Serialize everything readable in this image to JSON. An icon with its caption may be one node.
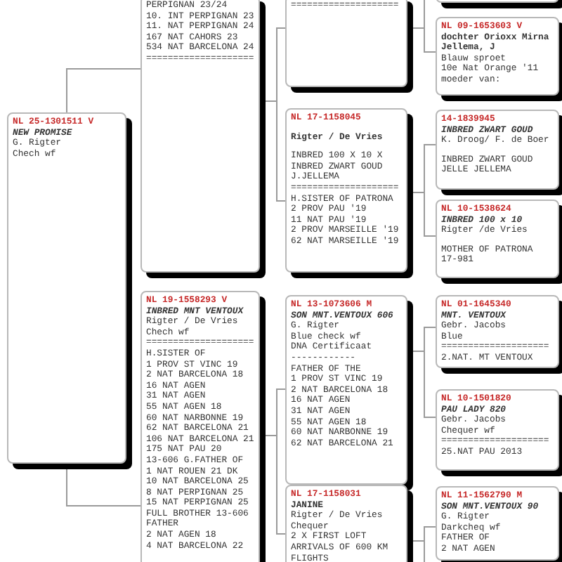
{
  "diagram": {
    "nodes": [
      {
        "text": [
          "NL 25-1301511 V",
          "NEW PROMISE",
          "G. Rigter",
          "Chech wf"
        ]
      },
      {
        "text": [
          "PERPIGNAN 23/24",
          "10. INT PERPIGNAN 23",
          "11. NAT PERPIGNAN 24",
          "167 NAT CAHORS 23",
          "534 NAT BARCELONA 24",
          "===================="
        ]
      },
      {
        "text": [
          "NL 19-1558293 V",
          "INBRED MNT VENTOUX",
          "Rigter / De Vries",
          "Chech wf",
          "====================",
          "H.SISTER OF",
          "1 PROV ST VINC 19",
          "2 NAT BARCELONA 18",
          "16 NAT AGEN",
          "31 NAT AGEN",
          "55 NAT AGEN 18",
          "60 NAT NARBONNE 19",
          "62 NAT BARCELONA 21",
          "106 NAT BARCELONA 21",
          "175 NAT PAU 20",
          "13-606 G.FATHER OF",
          "1 NAT ROUEN 21 DK",
          "10 NAT BARCELONA 25",
          "8 NAT PERPIGNAN 25",
          "15 NAT PERPIGNAN 25",
          "FULL BROTHER 13-606",
          "FATHER",
          "2 NAT AGEN 18",
          "4 NAT BARCELONA 22"
        ]
      },
      {
        "text": [
          "===================="
        ]
      },
      {
        "text": [
          "NL 17-1158045",
          "Rigter / De Vries",
          "INBRED 100 X 10 X",
          "INBRED ZWART GOUD",
          "J.JELLEMA",
          "====================",
          "H.SISTER OF PATRONA",
          "2 PROV PAU '19",
          "11 NAT PAU '19",
          "2 PROV MARSEILLE '19",
          "62 NAT MARSEILLE '19"
        ]
      },
      {
        "text": [
          "NL 13-1073606 M",
          "SON MNT.VENTOUX 606",
          "G. Rigter",
          "Blue check wf",
          "DNA Certificaat",
          "------------",
          "FATHER OF THE",
          "1 PROV ST VINC 19",
          "2 NAT BARCELONA 18",
          "16 NAT AGEN",
          "31 NAT AGEN",
          "55 NAT AGEN 18",
          "60 NAT NARBONNE 19",
          "62 NAT BARCELONA 21"
        ]
      },
      {
        "text": [
          "NL 17-1158031",
          "JANINE",
          "Rigter / De Vries",
          "Chequer",
          "2 X FIRST LOFT",
          "ARRIVALS OF 600 KM",
          "FLIGHTS"
        ]
      },
      {
        "text": [],
        "shape": "box"
      },
      {
        "text": [
          "NL 09-1653603 V",
          "dochter Orioxx Mirna Jellema, J",
          "Blauw sproet",
          "10e Nat Orange '11",
          "moeder van:"
        ]
      },
      {
        "text": [
          "14-1839945",
          "INBRED ZWART GOUD",
          "K. Droog/ F. de Boer",
          "INBRED ZWART GOUD",
          "JELLE JELLEMA"
        ]
      },
      {
        "text": [
          "NL 10-1538624",
          "INBRED 100 x 10",
          "Rigter /de Vries",
          "MOTHER OF PATRONA",
          "17-981"
        ]
      },
      {
        "text": [
          "NL 01-1645340",
          "MNT. VENTOUX",
          "Gebr. Jacobs",
          "Blue",
          "====================",
          "2.NAT. MT VENTOUX"
        ]
      },
      {
        "text": [
          "NL 10-1501820",
          "PAU LADY 820",
          "Gebr. Jacobs",
          "Chequer wf",
          "====================",
          "25.NAT PAU 2013"
        ]
      },
      {
        "text": [
          "NL 11-1562790 M",
          "SON MNT.VENTOUX 90",
          "G. Rigter",
          "Darkcheq wf",
          "FATHER OF",
          "2 NAT AGEN"
        ]
      }
    ],
    "edges": [
      {
        "from": 0,
        "to": 1,
        "arrow": "none"
      },
      {
        "from": 0,
        "to": 2,
        "arrow": "none"
      },
      {
        "from": 1,
        "to": 3,
        "arrow": "none"
      },
      {
        "from": 1,
        "to": 4,
        "arrow": "none"
      },
      {
        "from": 2,
        "to": 5,
        "arrow": "none"
      },
      {
        "from": 2,
        "to": 6,
        "arrow": "none"
      },
      {
        "from": 3,
        "to": 7,
        "arrow": "none"
      },
      {
        "from": 3,
        "to": 8,
        "arrow": "none"
      },
      {
        "from": 4,
        "to": 9,
        "arrow": "none"
      },
      {
        "from": 4,
        "to": 10,
        "arrow": "none"
      },
      {
        "from": 5,
        "to": 11,
        "arrow": "none"
      },
      {
        "from": 5,
        "to": 12,
        "arrow": "none"
      },
      {
        "from": 6,
        "to": 13,
        "arrow": "none"
      },
      {
        "from": 6,
        "to": null,
        "arrow": "none"
      }
    ]
  }
}
